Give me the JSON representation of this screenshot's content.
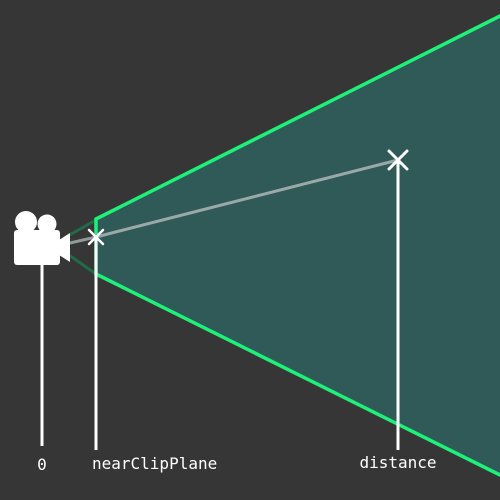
{
  "labels": {
    "zero": "0",
    "near": "nearClipPlane",
    "distance": "distance"
  },
  "icons": {
    "camera": "movie-camera-icon",
    "near_marker": "x-mark-icon",
    "distance_marker": "x-mark-icon"
  },
  "colors": {
    "background": "#363636",
    "frustum_fill": "#2f5a58",
    "frustum_edge": "#1ff07a",
    "guide_line": "#ffffff",
    "ray": "#9aa8a8",
    "camera": "#ffffff",
    "label": "#ffffff"
  }
}
